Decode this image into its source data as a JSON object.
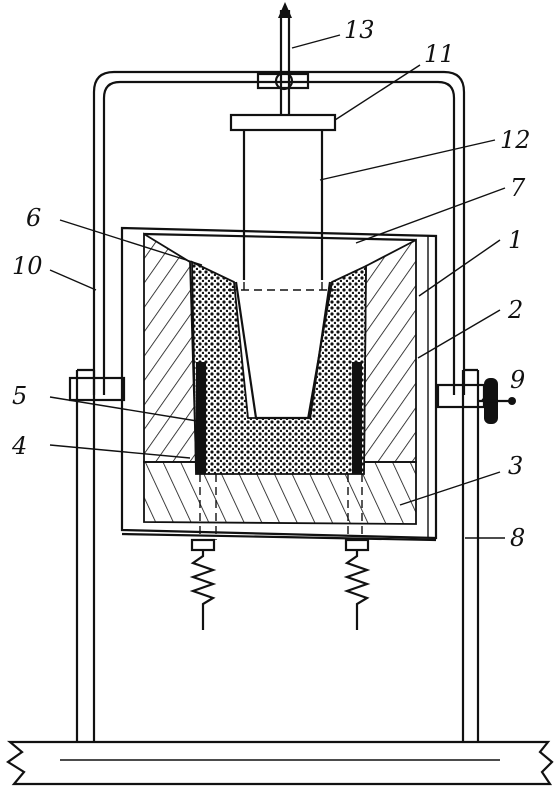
{
  "diagram": {
    "labels": [
      {
        "id": "label-1",
        "text": "1"
      },
      {
        "id": "label-2",
        "text": "2"
      },
      {
        "id": "label-3",
        "text": "3"
      },
      {
        "id": "label-4",
        "text": "4"
      },
      {
        "id": "label-5",
        "text": "5"
      },
      {
        "id": "label-6",
        "text": "6"
      },
      {
        "id": "label-7",
        "text": "7"
      },
      {
        "id": "label-8",
        "text": "8"
      },
      {
        "id": "label-9",
        "text": "9"
      },
      {
        "id": "label-10",
        "text": "10"
      },
      {
        "id": "label-11",
        "text": "11"
      },
      {
        "id": "label-12",
        "text": "12"
      },
      {
        "id": "label-13",
        "text": "13"
      }
    ]
  }
}
